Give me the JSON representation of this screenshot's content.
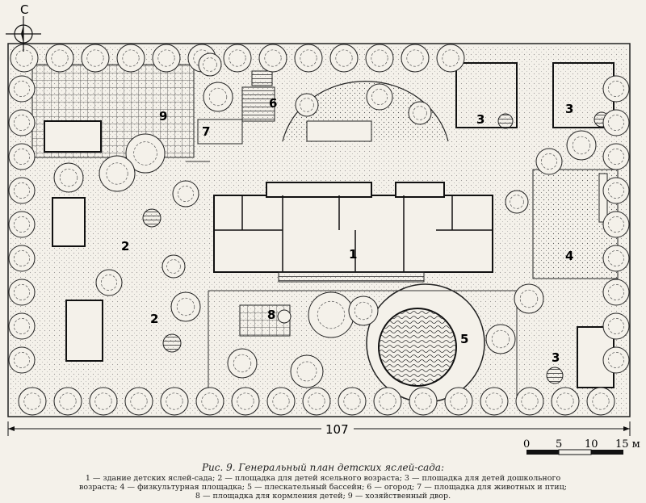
{
  "plan": {
    "north": "С",
    "total_width": "107",
    "scale": {
      "ticks": [
        "0",
        "5",
        "10",
        "15 м"
      ]
    },
    "zones": [
      {
        "id": "building",
        "number": "1"
      },
      {
        "id": "nursery-1",
        "number": "2"
      },
      {
        "id": "nursery-2",
        "number": "2"
      },
      {
        "id": "preschool-1",
        "number": "3"
      },
      {
        "id": "preschool-2",
        "number": "3"
      },
      {
        "id": "preschool-3",
        "number": "3"
      },
      {
        "id": "sports",
        "number": "4"
      },
      {
        "id": "pool",
        "number": "5"
      },
      {
        "id": "garden",
        "number": "6"
      },
      {
        "id": "animals",
        "number": "7"
      },
      {
        "id": "feeding",
        "number": "8"
      },
      {
        "id": "yard",
        "number": "9"
      }
    ]
  },
  "caption": {
    "title": "Рис. 9. Генеральный план детских яслей-сада:",
    "lines": [
      "1 — здание детских яслей-сада; 2 — площадка для детей ясельного возраста; 3 — площадка для детей дошкольного",
      "возраста; 4 — физкультурная площадка; 5 — плескательный бассейн; 6 — огород; 7 — площадка для животных и птиц;",
      "8 — площадка для кормления детей; 9 — хозяйственный двор."
    ]
  }
}
